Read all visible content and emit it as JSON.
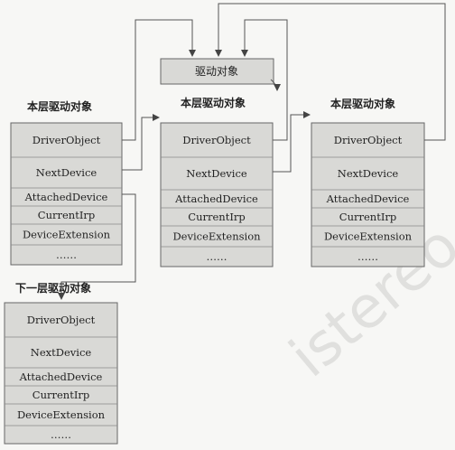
{
  "labels": {
    "driver_object": "驱动对象",
    "this_layer_left": "本层驱动对象",
    "this_layer_middle": "本层驱动对象",
    "this_layer_right": "本层驱动对象",
    "lower_layer": "下一层驱动对象"
  },
  "device_fields": [
    "DriverObject",
    "NextDevice",
    "AttachedDevice",
    "CurrentIrp",
    "DeviceExtension",
    "……"
  ],
  "watermark": "istereo"
}
